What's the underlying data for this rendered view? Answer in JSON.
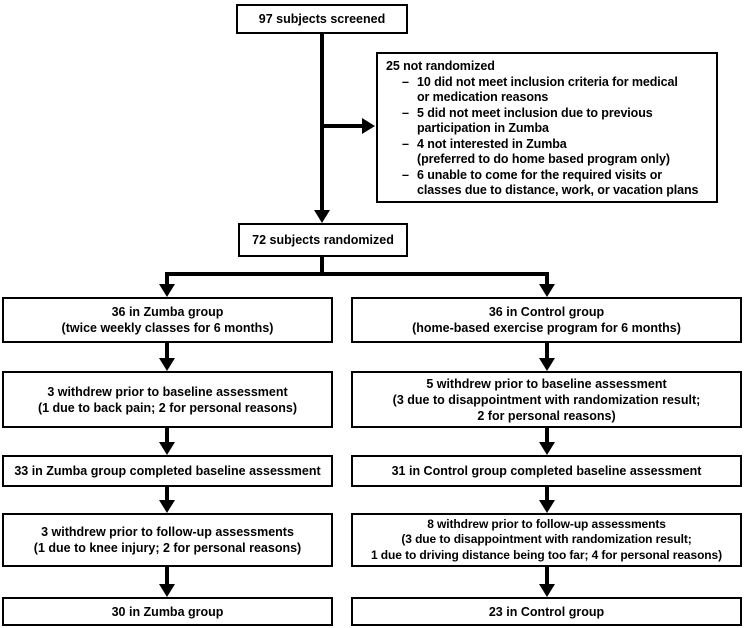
{
  "diagram": {
    "screened": "97 subjects screened",
    "not_randomized": {
      "title": "25 not randomized",
      "items": [
        {
          "dash": "–",
          "text": "10 did not meet inclusion criteria for medical\nor medication reasons"
        },
        {
          "dash": "–",
          "text": "5 did not meet inclusion due to previous\nparticipation in Zumba"
        },
        {
          "dash": "–",
          "text": "4 not interested in Zumba\n(preferred to do home based program only)"
        },
        {
          "dash": "–",
          "text": "6 unable to come for the required visits or\nclasses due to distance, work, or vacation plans"
        }
      ]
    },
    "randomized": "72 subjects randomized",
    "zumba": {
      "allocated": "36 in Zumba group\n(twice weekly classes for 6 months)",
      "withdrew_baseline": "3 withdrew prior to baseline assessment\n(1 due to back pain; 2 for personal reasons)",
      "completed_baseline": "33 in Zumba group completed baseline assessment",
      "withdrew_followup": "3 withdrew prior to follow-up assessments\n(1 due to knee injury; 2 for personal reasons)",
      "final": "30 in Zumba group"
    },
    "control": {
      "allocated": "36 in Control group\n(home-based exercise program for 6 months)",
      "withdrew_baseline": "5 withdrew prior to baseline assessment\n(3 due to disappointment with randomization result;\n2 for personal reasons)",
      "completed_baseline": "31 in Control group completed baseline assessment",
      "withdrew_followup": "8 withdrew prior to follow-up assessments\n(3 due to disappointment with randomization result;\n1 due to driving distance being too far; 4 for personal reasons)",
      "final": "23 in Control group"
    },
    "colors": {
      "line": "#000000",
      "border": "#000000",
      "box_background": "#ffffff",
      "page_background": "#ffffff",
      "text": "#000000"
    }
  }
}
